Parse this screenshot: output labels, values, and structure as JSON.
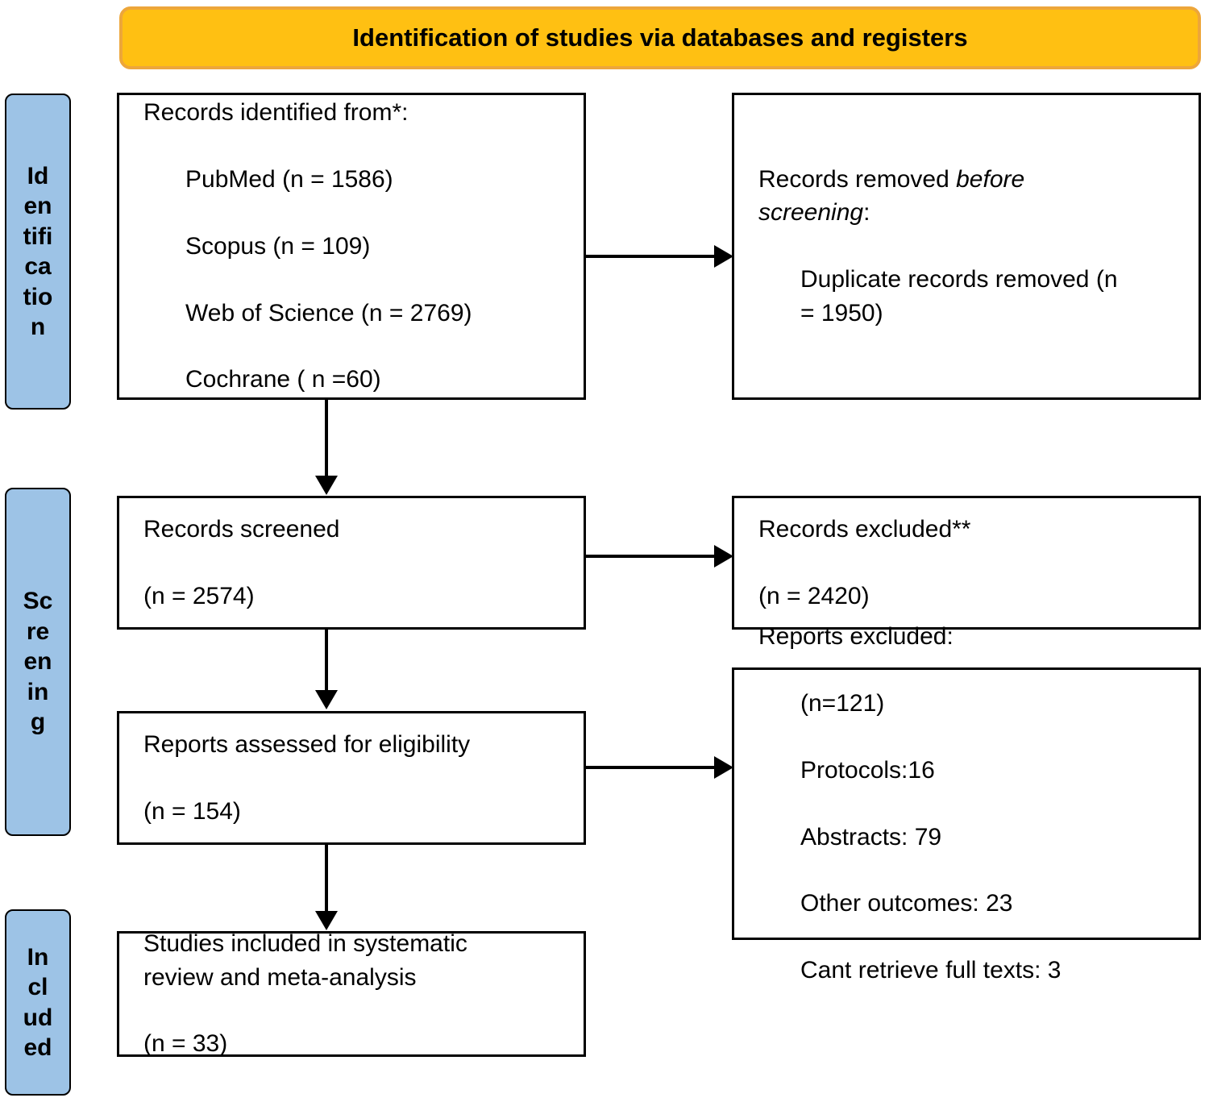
{
  "banner": {
    "title": "Identification of studies via databases and registers"
  },
  "sidebar": {
    "identification": {
      "label": "Identification",
      "lines": "Id\nen\ntifi\nca\ntio\nn"
    },
    "screening": {
      "label": "Screening",
      "lines": "Sc\nre\nen\nin\ng"
    },
    "included": {
      "label": "Included",
      "lines": "In\ncl\nud\ned"
    }
  },
  "boxes": {
    "identified": {
      "heading": "Records identified from*:",
      "items": [
        "PubMed (n = 1586)",
        "Scopus (n = 109)",
        "Web of Science (n = 2769)",
        "Cochrane ( n =60)"
      ]
    },
    "removed": {
      "prefix": "Records removed ",
      "italic": "before\nscreening",
      "suffix": ":",
      "items": [
        "Duplicate records removed (n\n= 1950)"
      ]
    },
    "screened": {
      "line1": "Records screened",
      "line2": "(n = 2574)"
    },
    "excluded": {
      "line1": "Records excluded**",
      "line2": "(n = 2420)"
    },
    "assessed": {
      "line1": "Reports assessed for eligibility",
      "line2": "(n = 154)"
    },
    "reports_excluded": {
      "heading": "Reports excluded:",
      "items": [
        "(n=121)",
        "Protocols:16",
        "Abstracts: 79",
        "Other outcomes: 23",
        "Cant retrieve full texts: 3"
      ]
    },
    "included_final": {
      "text": "Studies included in systematic\nreview and meta-analysis",
      "count": "(n = 33)"
    }
  },
  "colors": {
    "banner_fill": "#FFC012",
    "banner_border": "#EDA63A",
    "stage_label_fill": "#9DC3E6",
    "box_border": "#000000",
    "arrow": "#000000"
  }
}
